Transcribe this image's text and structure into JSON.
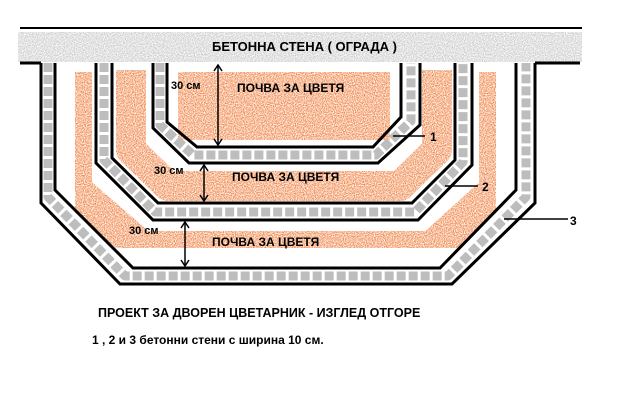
{
  "fence_label": "БЕТОННА СТЕНА ( ОГРАДА )",
  "beds": [
    {
      "soil_label": "ПОЧВА ЗА ЦВЕТЯ",
      "depth_label": "30 см",
      "wall_number": "1"
    },
    {
      "soil_label": "ПОЧВА ЗА ЦВЕТЯ",
      "depth_label": "30 см",
      "wall_number": "2"
    },
    {
      "soil_label": "ПОЧВА ЗА ЦВЕТЯ",
      "depth_label": "30 см",
      "wall_number": "3"
    }
  ],
  "caption": {
    "title": "ПРОЕКТ ЗА ДВОРЕН ЦВЕТАРНИК - ИЗГЛЕД ОТГОРЕ",
    "note": "1 , 2 и 3 бетонни стени с ширина 10 см."
  },
  "colors": {
    "concrete": "#c0c0c0",
    "soil": "#f08040",
    "line": "#000000"
  }
}
